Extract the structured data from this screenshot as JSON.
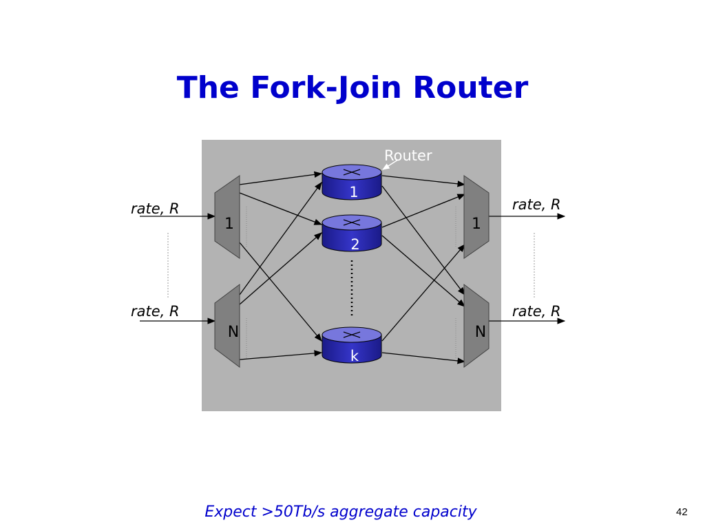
{
  "title": "The Fork-Join Router",
  "router_label": "Router",
  "input_ports": [
    {
      "rate_label": "rate, R",
      "demux_label": "1"
    },
    {
      "rate_label": "rate, R",
      "demux_label": "N"
    }
  ],
  "output_ports": [
    {
      "rate_label": "rate, R",
      "mux_label": "1"
    },
    {
      "rate_label": "rate, R",
      "mux_label": "N"
    }
  ],
  "routers": [
    {
      "label": "1"
    },
    {
      "label": "2"
    },
    {
      "label": "k"
    }
  ],
  "footer": "Expect >50Tb/s aggregate capacity",
  "page_number": "42",
  "colors": {
    "title": "#0000cc",
    "panel": "#b3b3b3",
    "router_body": "#2222aa",
    "router_top": "#7777dd",
    "mux": "#808080"
  }
}
